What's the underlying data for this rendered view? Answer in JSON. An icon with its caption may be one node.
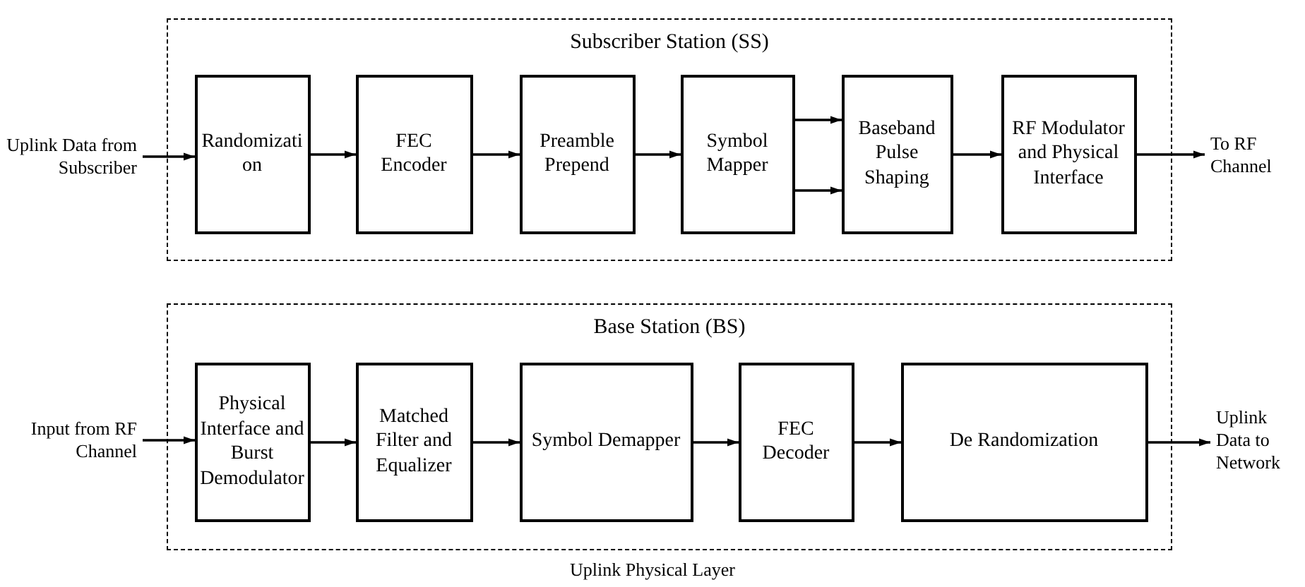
{
  "diagram": {
    "nodes": [
      {
        "text": [
          "Subscriber Station (SS)"
        ]
      },
      {
        "text": [
          "Uplink Data from Subscriber"
        ]
      },
      {
        "text": [
          "Randomization"
        ],
        "in": 0
      },
      {
        "text": [
          "FEC Encoder"
        ],
        "in": 0
      },
      {
        "text": [
          "Preamble Prepend"
        ],
        "in": 0
      },
      {
        "text": [
          "Symbol Mapper"
        ],
        "in": 0
      },
      {
        "text": [
          "Baseband Pulse Shaping"
        ],
        "in": 0
      },
      {
        "text": [
          "RF Modulator and Physical Interface"
        ],
        "in": 0
      },
      {
        "text": [
          "To RF Channel"
        ]
      },
      {
        "text": [
          "Base Station (BS)"
        ]
      },
      {
        "text": [
          "Input from RF Channel"
        ]
      },
      {
        "text": [
          "Physical Interface and Burst Demodulator"
        ],
        "in": 9
      },
      {
        "text": [
          "Matched Filter and Equalizer"
        ],
        "in": 9
      },
      {
        "text": [
          "Symbol Demapper"
        ],
        "in": 9
      },
      {
        "text": [
          "FEC Decoder"
        ],
        "in": 9
      },
      {
        "text": [
          "De Randomization"
        ],
        "in": 9
      },
      {
        "text": [
          "Uplink Data to Network"
        ]
      }
    ],
    "edges": [
      {
        "from": 1,
        "to": 2,
        "arrow": "to"
      },
      {
        "from": 2,
        "to": 3,
        "arrow": "to"
      },
      {
        "from": 3,
        "to": 4,
        "arrow": "to"
      },
      {
        "from": 4,
        "to": 5,
        "arrow": "to"
      },
      {
        "from": 5,
        "to": 6,
        "arrow": "to"
      },
      {
        "from": 5,
        "to": 6,
        "arrow": "to"
      },
      {
        "from": 6,
        "to": 7,
        "arrow": "to"
      },
      {
        "from": 7,
        "to": 8,
        "arrow": "to"
      },
      {
        "from": 10,
        "to": 11,
        "arrow": "to"
      },
      {
        "from": 11,
        "to": 12,
        "arrow": "to"
      },
      {
        "from": 12,
        "to": 13,
        "arrow": "to"
      },
      {
        "from": 13,
        "to": 14,
        "arrow": "to"
      },
      {
        "from": 14,
        "to": 15,
        "arrow": "to"
      },
      {
        "from": 15,
        "to": 16,
        "arrow": "to"
      }
    ],
    "labels": [
      "Uplink Physical Layer"
    ]
  }
}
